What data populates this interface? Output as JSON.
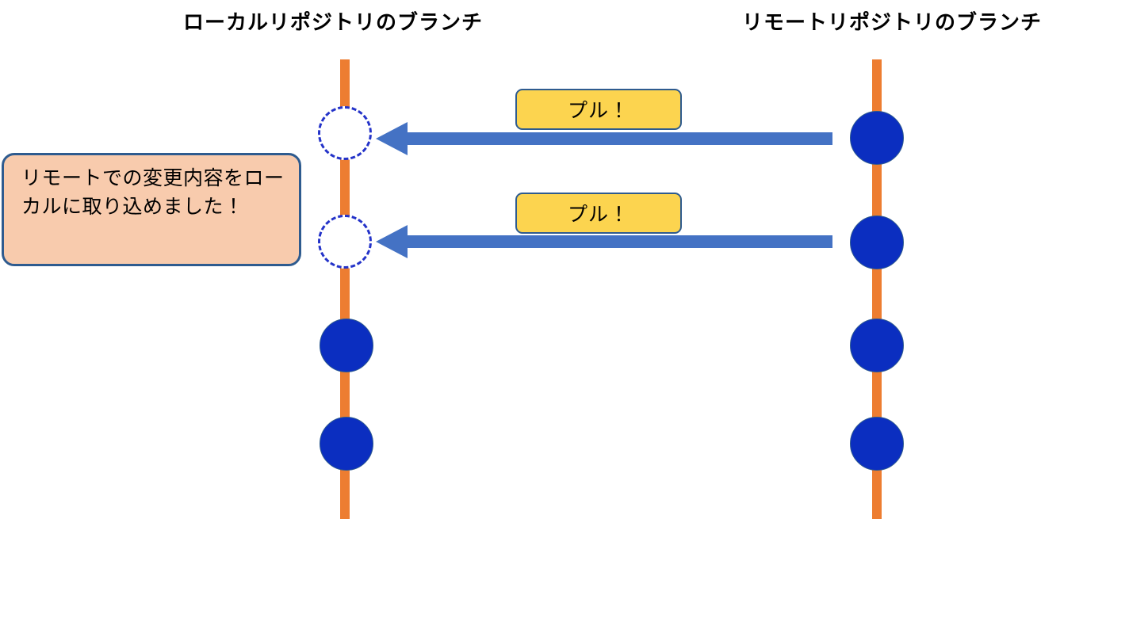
{
  "diagram": {
    "title_left": "ローカルリポジトリのブランチ",
    "title_right": "リモートリポジトリのブランチ",
    "colors": {
      "branch_line": "#ED7D31",
      "commit_solid": "#0B2EC0",
      "commit_dashed_border": "#2433C9",
      "arrow": "#4472C4",
      "label_fill": "#FCD44F",
      "label_border": "#2E5B8F",
      "callout_fill": "#F8CBAD",
      "callout_border": "#2E5B8F"
    },
    "branches": {
      "local": {
        "label": "ローカルリポジトリのブランチ",
        "commits": [
          {
            "id": "commit-local-1",
            "style": "dashed"
          },
          {
            "id": "commit-local-2",
            "style": "dashed"
          },
          {
            "id": "commit-local-3",
            "style": "solid"
          },
          {
            "id": "commit-local-4",
            "style": "solid"
          }
        ]
      },
      "remote": {
        "label": "リモートリポジトリのブランチ",
        "commits": [
          {
            "id": "commit-remote-1",
            "style": "solid"
          },
          {
            "id": "commit-remote-2",
            "style": "solid"
          },
          {
            "id": "commit-remote-3",
            "style": "solid"
          },
          {
            "id": "commit-remote-4",
            "style": "solid"
          }
        ]
      }
    },
    "arrows": [
      {
        "id": "pull-arrow-1",
        "direction": "right-to-left",
        "label": "プル！"
      },
      {
        "id": "pull-arrow-2",
        "direction": "right-to-left",
        "label": "プル！"
      }
    ],
    "labels": {
      "pull_1": "プル！",
      "pull_2": "プル！"
    },
    "callout": {
      "text": "リモートでの変更内容をローカルに取り込めました！"
    }
  }
}
